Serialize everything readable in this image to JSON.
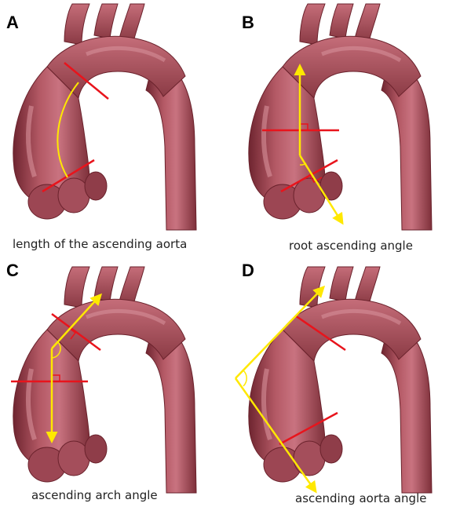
{
  "panels": [
    {
      "letter": "A",
      "caption": "length of the ascending aorta"
    },
    {
      "letter": "B",
      "caption": "root ascending angle"
    },
    {
      "letter": "C",
      "caption": "ascending arch angle"
    },
    {
      "letter": "D",
      "caption": "ascending aorta angle"
    }
  ],
  "colors": {
    "aorta_fill": "#a8505a",
    "aorta_dark": "#7a2f38",
    "aorta_light": "#d18791",
    "measure_red": "#e8141c",
    "measure_yellow": "#ffe800",
    "background": "#ffffff"
  }
}
